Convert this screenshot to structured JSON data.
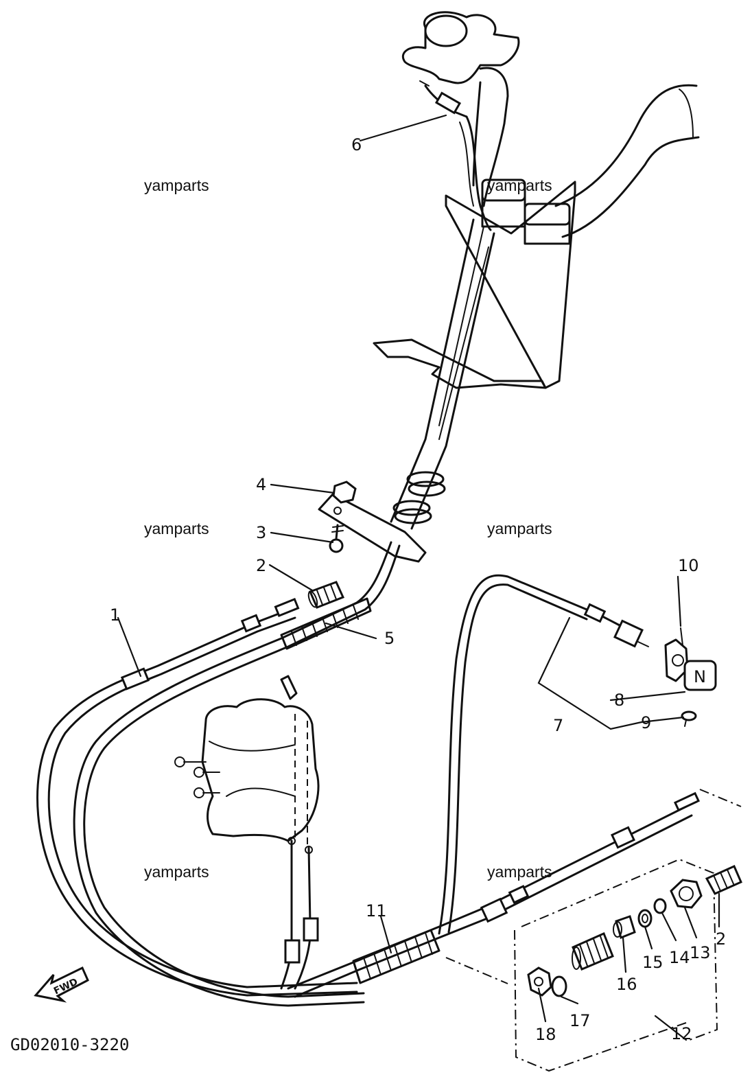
{
  "figure": {
    "code": "GD02010-3220",
    "fwd_label": "FWD",
    "neutral_badge": "N"
  },
  "watermarks": [
    "yamparts",
    "yamparts",
    "yamparts",
    "yamparts",
    "yamparts",
    "yamparts"
  ],
  "callouts": [
    "1",
    "2",
    "3",
    "4",
    "5",
    "6",
    "7",
    "8",
    "9",
    "10",
    "11",
    "12",
    "13",
    "14",
    "15",
    "16",
    "17",
    "2",
    "18"
  ]
}
